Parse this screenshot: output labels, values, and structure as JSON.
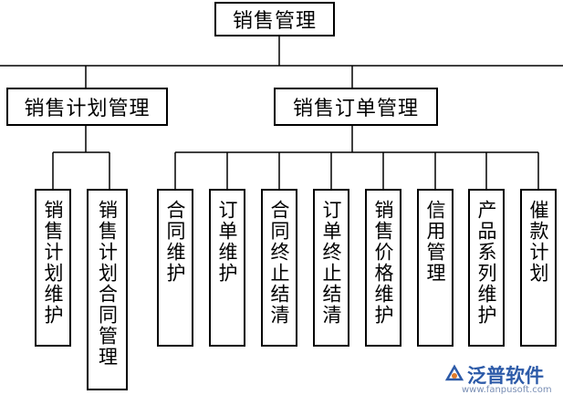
{
  "root": {
    "label": "销售管理"
  },
  "groups": [
    {
      "label": "销售计划管理",
      "children": [
        "销售计划维护",
        "销售计划合同管理"
      ]
    },
    {
      "label": "销售订单管理",
      "children": [
        "合同维护",
        "订单维护",
        "合同终止结清",
        "订单终止结清",
        "销售价格维护",
        "信用管理",
        "产品系列维护",
        "催款计划"
      ]
    }
  ],
  "watermark": {
    "brand": "泛普软件",
    "url": "www.fanpusoft.com"
  }
}
